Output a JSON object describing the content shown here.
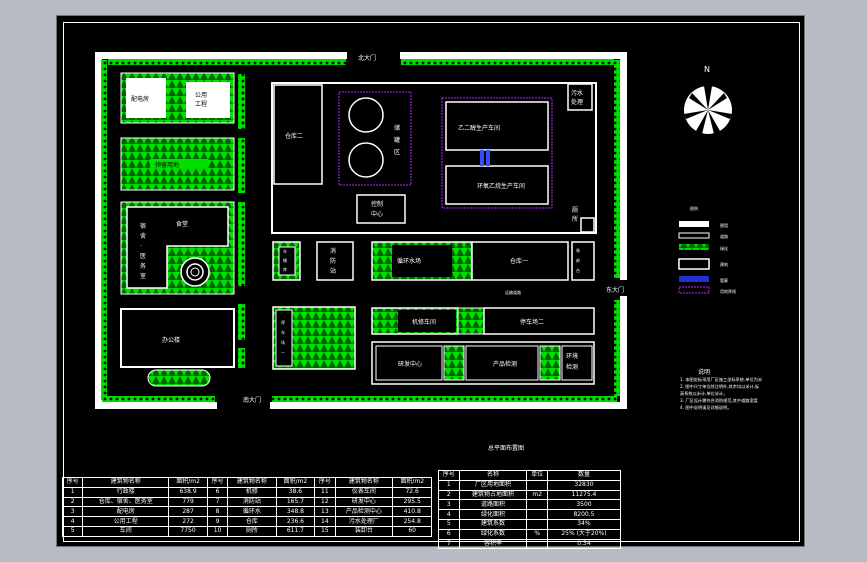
{
  "gates": {
    "north": "北大门",
    "east": "东大门",
    "south": "南大门"
  },
  "compass": {
    "letter": "N"
  },
  "buildings": {
    "power_room": "配电房",
    "utility": [
      "公用",
      "工程"
    ],
    "reserve_land": "预留用地",
    "office": "办公楼",
    "warehouse_2": "仓库二",
    "tank_area": [
      "储",
      "罐",
      "区"
    ],
    "control_center": [
      "控制",
      "中心"
    ],
    "diglycol_workshop": "乙二醇生产车间",
    "ethylene_oxide_workshop": "环氧乙烷生产车间",
    "wastewater": [
      "污水",
      "处理"
    ],
    "toilet": [
      "厕",
      "所"
    ],
    "dorm_canteen": [
      "宿",
      "舍",
      "·",
      "医",
      "务",
      "室"
    ],
    "canteen": "食堂",
    "car_wash": [
      "车",
      "棚",
      "库"
    ],
    "fire_station": [
      "消",
      "防",
      "站"
    ],
    "coiling_yard": "循环水场",
    "warehouse_1": "仓库一",
    "loading_platform": [
      "装",
      "卸",
      "台"
    ],
    "transport_road": "运输道路",
    "repair_shop": "机修车间",
    "parking_2": "停车场二",
    "parking_1": [
      "停",
      "车",
      "场",
      "一"
    ],
    "lab_center": "研发中心",
    "product_test": "产品检测",
    "ring_testing": [
      "环境",
      "检测"
    ]
  },
  "legend": {
    "title": "图例",
    "items": [
      "围墙",
      "道路",
      "绿化",
      "建筑",
      "管廊",
      "用地界线"
    ]
  },
  "notes": {
    "title": "说明",
    "lines": [
      "1. 本图坐标采用厂区施工坐标系统,单位为米",
      "2. 图中尺寸单位除注明外,其余均以米计,标",
      "   高系统以米计,单位米计。",
      "3. 厂区设计需符合消防规范,其中道路宽度",
      "4. 图中说明请见详细说明。"
    ]
  },
  "plan_title": "总平面布置图",
  "buildings_table": {
    "headers": [
      "序号",
      "建筑物名称",
      "面积/m2",
      "序号",
      "建筑物名称",
      "面积/m2",
      "序号",
      "建筑物名称",
      "面积/m2"
    ],
    "rows": [
      [
        "1",
        "行政楼",
        "638.9",
        "6",
        "机修",
        "38.6",
        "11",
        "仪表车间",
        "72.6"
      ],
      [
        "2",
        "仓库、宿舍、医务室",
        "779",
        "7",
        "消防站",
        "165.7",
        "12",
        "研发中心",
        "295.5"
      ],
      [
        "3",
        "配电房",
        "287",
        "8",
        "循环水",
        "348.8",
        "13",
        "产品检测中心",
        "410.8"
      ],
      [
        "4",
        "公用工程",
        "272",
        "9",
        "仓库",
        "236.6",
        "14",
        "污水处理厂",
        "254.8"
      ],
      [
        "5",
        "车间",
        "7750",
        "10",
        "厕所",
        "611.7",
        "15",
        "装卸台",
        "60"
      ]
    ]
  },
  "indicators_table": {
    "headers": [
      "序号",
      "名称",
      "单位",
      "数量"
    ],
    "rows": [
      [
        "1",
        "厂区用地面积",
        "",
        "32830"
      ],
      [
        "2",
        "建筑物占地面积",
        "m2",
        "11275.4"
      ],
      [
        "3",
        "道路面积",
        "",
        "3500"
      ],
      [
        "4",
        "绿化面积",
        "",
        "8200.5"
      ],
      [
        "5",
        "建筑系数",
        "",
        "34%"
      ],
      [
        "6",
        "绿化系数",
        "%",
        "25% (大于20%)"
      ],
      [
        "7",
        "容积率",
        "",
        "0.34"
      ]
    ]
  }
}
